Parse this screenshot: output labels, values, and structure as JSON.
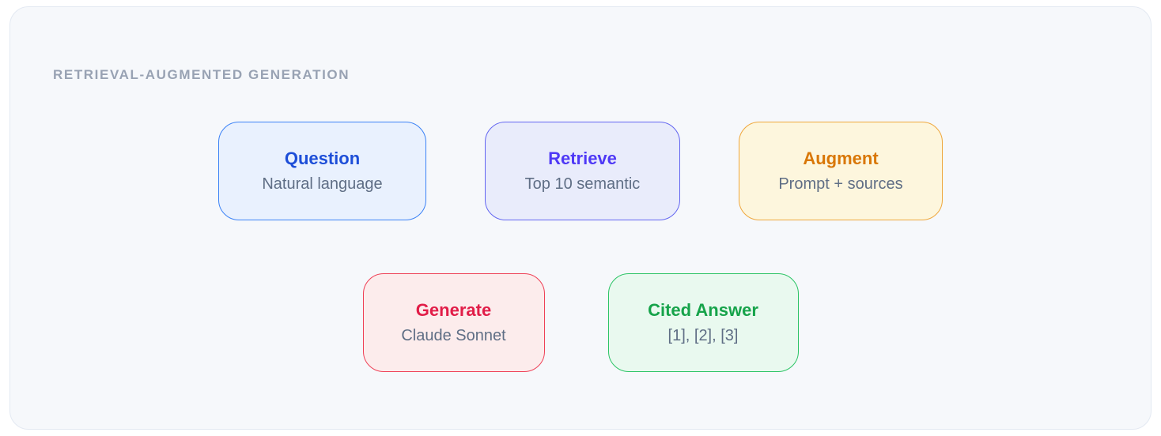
{
  "header": {
    "title": "RETRIEVAL-AUGMENTED GENERATION",
    "color": "#98a2b3"
  },
  "card": {
    "background": "#f6f8fb",
    "border_color": "#e3e9f2"
  },
  "subtitle_color": "#5f6e85",
  "nodes": [
    {
      "id": "question",
      "title": "Question",
      "subtitle": "Natural language",
      "title_color": "#1d4ed8",
      "border_color": "#3b82f6",
      "background": "#e9f1fe"
    },
    {
      "id": "retrieve",
      "title": "Retrieve",
      "subtitle": "Top 10 semantic",
      "title_color": "#4f39f6",
      "border_color": "#6366f1",
      "background": "#e9ecfb"
    },
    {
      "id": "augment",
      "title": "Augment",
      "subtitle": "Prompt + sources",
      "title_color": "#d97706",
      "border_color": "#efa73c",
      "background": "#fdf6dd"
    },
    {
      "id": "generate",
      "title": "Generate",
      "subtitle": "Claude Sonnet",
      "title_color": "#e11d48",
      "border_color": "#ef4056",
      "background": "#fcecec"
    },
    {
      "id": "cited-answer",
      "title": "Cited Answer",
      "subtitle": "[1], [2], [3]",
      "title_color": "#16a34a",
      "border_color": "#2bc465",
      "background": "#e9f9ef"
    }
  ]
}
